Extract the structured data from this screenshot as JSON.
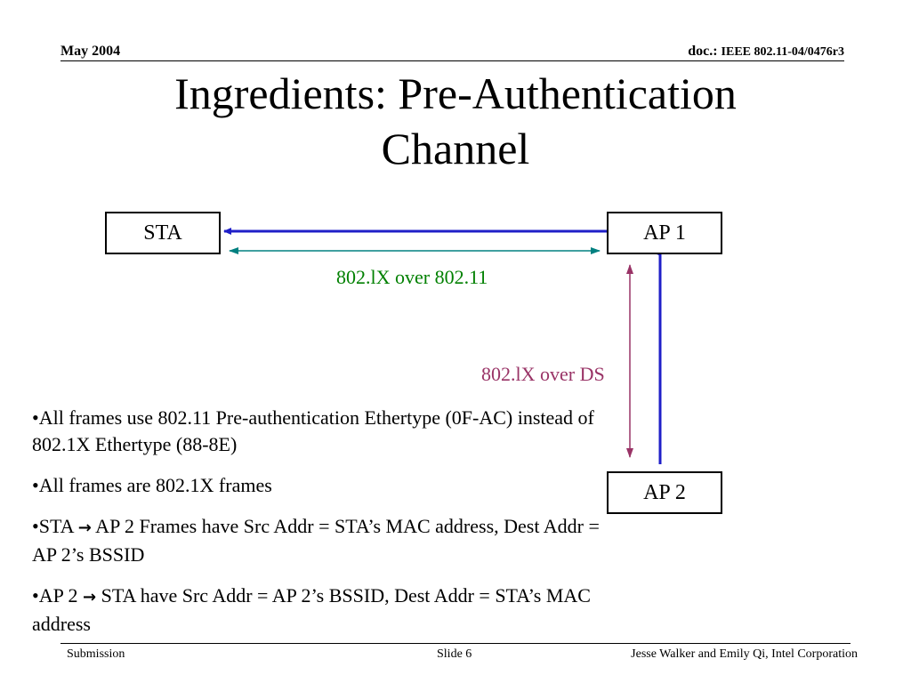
{
  "header": {
    "date": "May 2004",
    "doc_prefix": "doc.:",
    "doc_id": "IEEE 802.11-04/0476r3"
  },
  "title": {
    "line1": "Ingredients: Pre-Authentication",
    "line2": "Channel"
  },
  "diagram": {
    "nodes": {
      "sta": "STA",
      "ap1": "AP 1",
      "ap2": "AP 2"
    },
    "links": {
      "wireless_label": "802.lX over 802.11",
      "ds_label": "802.lX over DS"
    },
    "colors": {
      "frame_path": "#1f1fc8",
      "wireless_link": "#008080",
      "ds_link": "#993366",
      "wireless_label": "#008000",
      "ds_label": "#993366"
    }
  },
  "bullets": {
    "b1": "•All frames use 802.11 Pre-authentication Ethertype (0F-AC) instead of 802.1X Ethertype (88-8E)",
    "b2": "•All frames are 802.1X frames",
    "b3_pre": "•STA ",
    "b3_post": " AP 2 Frames have Src Addr = STA’s MAC address, Dest Addr = AP 2’s BSSID",
    "b4_pre": "•AP 2 ",
    "b4_post": " STA have Src Addr = AP 2’s BSSID, Dest Addr = STA’s MAC address",
    "arrow_icon": "right-arrow-icon"
  },
  "footer": {
    "left": "Submission",
    "center": "Slide 6",
    "right": "Jesse Walker and Emily Qi, Intel Corporation"
  }
}
